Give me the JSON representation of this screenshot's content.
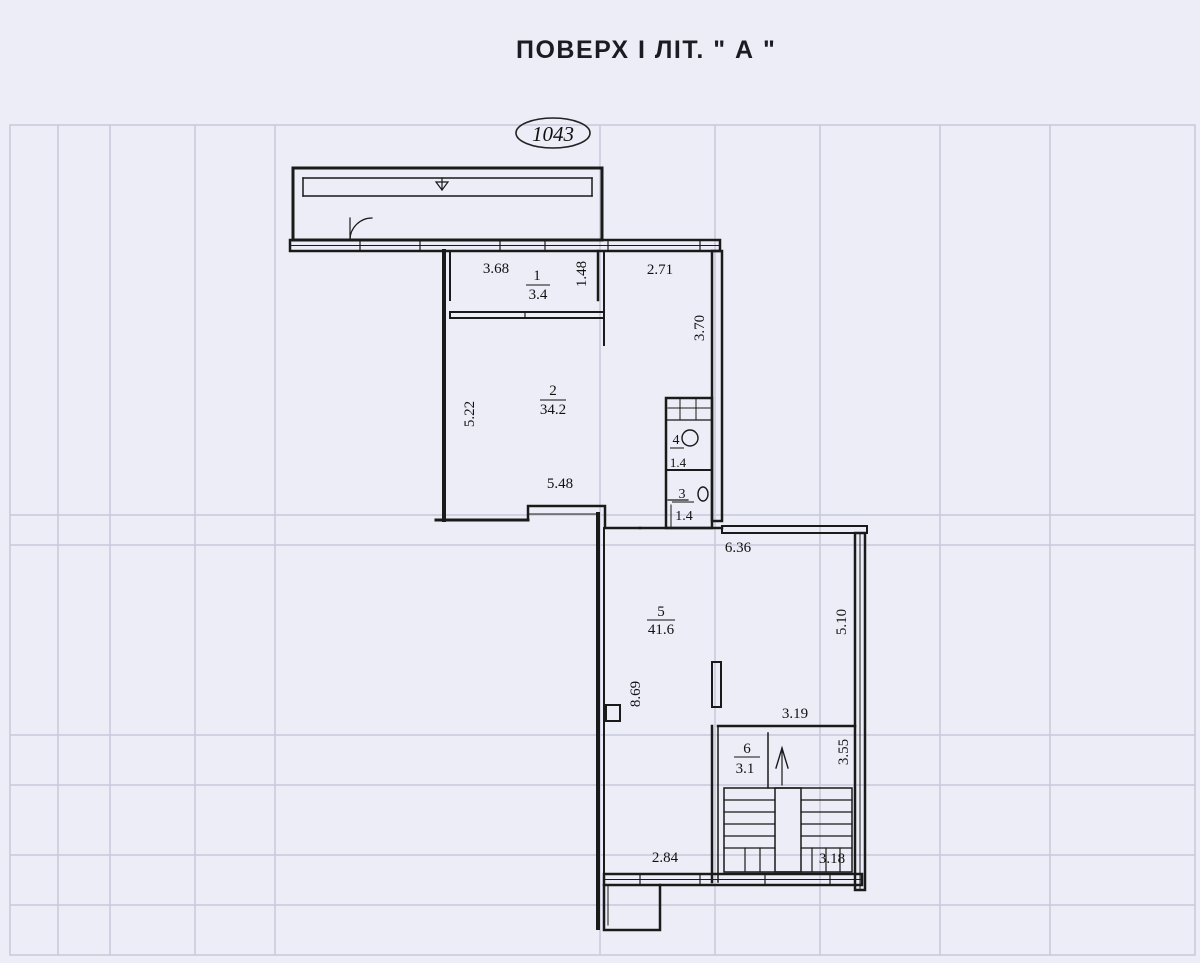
{
  "title": "ПОВЕРХ І ЛІТ. \" А \"",
  "unit_number": "1043",
  "rooms": [
    {
      "id": "1",
      "area": "3.4"
    },
    {
      "id": "2",
      "area": "34.2"
    },
    {
      "id": "3",
      "area": "1.4"
    },
    {
      "id": "4",
      "area": "1.4"
    },
    {
      "id": "5",
      "area": "41.6"
    },
    {
      "id": "6",
      "area": "3.1"
    }
  ],
  "dimensions": [
    "3.68",
    "1.48",
    "2.71",
    "3.70",
    "5.22",
    "5.48",
    "6.36",
    "5.10",
    "8.69",
    "3.19",
    "3.55",
    "2.84",
    "3.18"
  ],
  "colors": {
    "ink": "#1a1a1a",
    "paper": "#ecedf6",
    "ghost": "#9a9bb0"
  }
}
